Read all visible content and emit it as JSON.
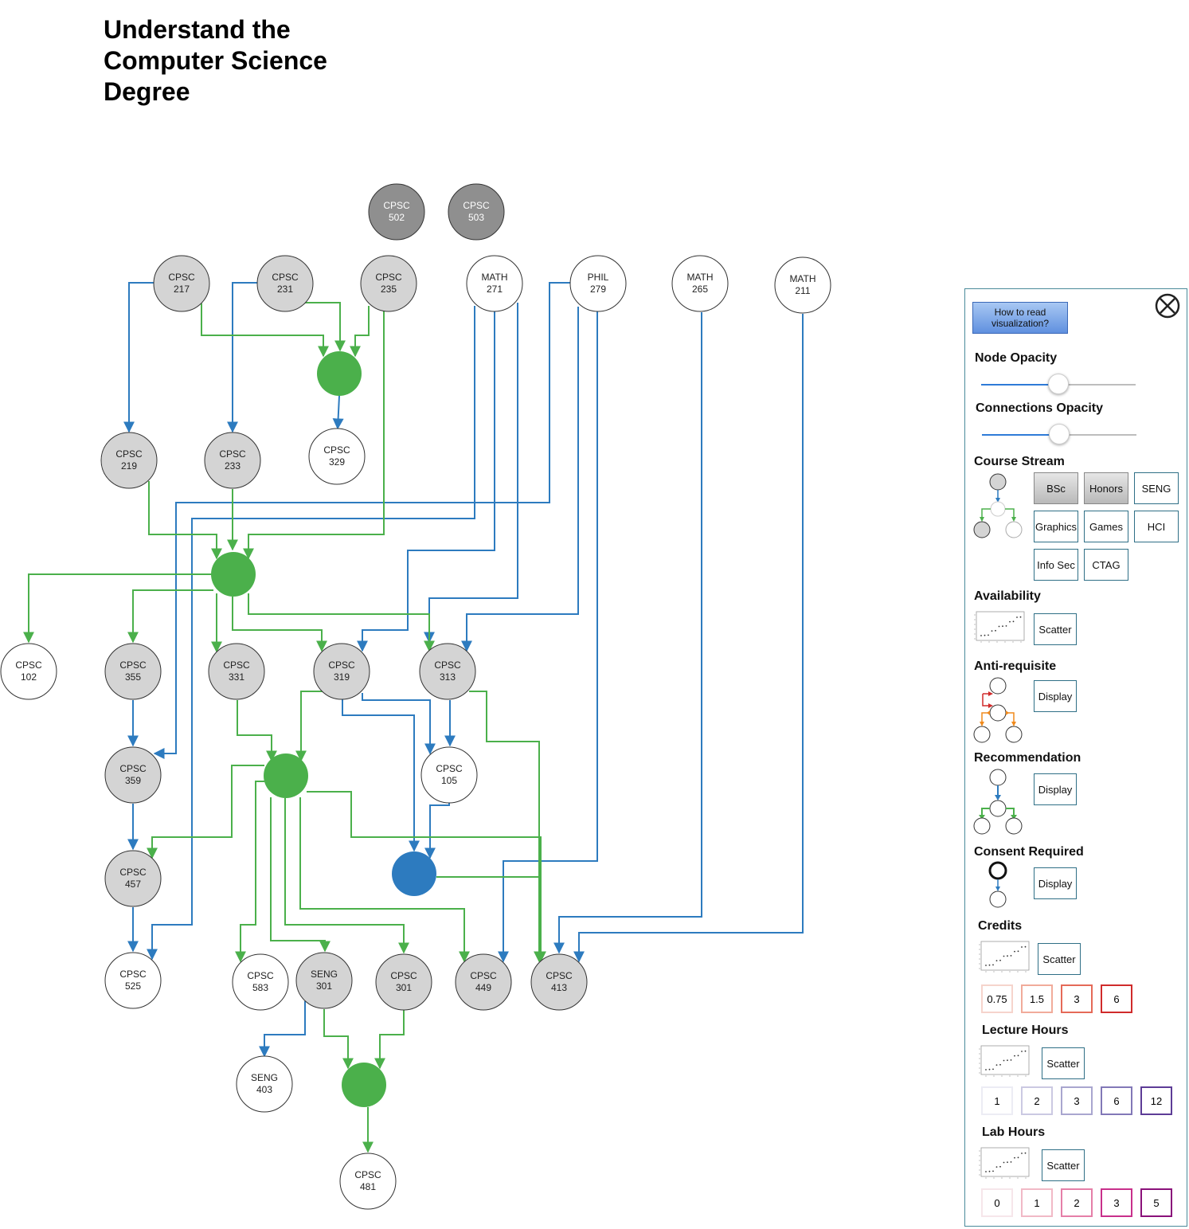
{
  "title": "Understand the\nComputer Science\nDegree",
  "colors": {
    "prereq_line": "#2d7bbf",
    "coreq_line": "#4bb04b",
    "hub_green": "#4bb04b",
    "hub_blue": "#2d7bbf",
    "bsc_fill": "#d4d4d4",
    "grad_fill": "#8f8f8f",
    "plain_fill": "#ffffff"
  },
  "nodes": [
    {
      "id": "cpsc502",
      "line1": "CPSC",
      "line2": "502",
      "fill": "grad"
    },
    {
      "id": "cpsc503",
      "line1": "CPSC",
      "line2": "503",
      "fill": "grad"
    },
    {
      "id": "cpsc217",
      "line1": "CPSC",
      "line2": "217",
      "fill": "bsc"
    },
    {
      "id": "cpsc231",
      "line1": "CPSC",
      "line2": "231",
      "fill": "bsc"
    },
    {
      "id": "cpsc235",
      "line1": "CPSC",
      "line2": "235",
      "fill": "bsc"
    },
    {
      "id": "math271",
      "line1": "MATH",
      "line2": "271",
      "fill": "plain"
    },
    {
      "id": "phil279",
      "line1": "PHIL",
      "line2": "279",
      "fill": "plain"
    },
    {
      "id": "math265",
      "line1": "MATH",
      "line2": "265",
      "fill": "plain"
    },
    {
      "id": "math211",
      "line1": "MATH",
      "line2": "211",
      "fill": "plain"
    },
    {
      "id": "cpsc219",
      "line1": "CPSC",
      "line2": "219",
      "fill": "bsc"
    },
    {
      "id": "cpsc233",
      "line1": "CPSC",
      "line2": "233",
      "fill": "bsc"
    },
    {
      "id": "cpsc329",
      "line1": "CPSC",
      "line2": "329",
      "fill": "plain"
    },
    {
      "id": "cpsc102",
      "line1": "CPSC",
      "line2": "102",
      "fill": "plain"
    },
    {
      "id": "cpsc355",
      "line1": "CPSC",
      "line2": "355",
      "fill": "bsc"
    },
    {
      "id": "cpsc331",
      "line1": "CPSC",
      "line2": "331",
      "fill": "bsc"
    },
    {
      "id": "cpsc319",
      "line1": "CPSC",
      "line2": "319",
      "fill": "bsc"
    },
    {
      "id": "cpsc313",
      "line1": "CPSC",
      "line2": "313",
      "fill": "bsc"
    },
    {
      "id": "cpsc359",
      "line1": "CPSC",
      "line2": "359",
      "fill": "bsc"
    },
    {
      "id": "cpsc105",
      "line1": "CPSC",
      "line2": "105",
      "fill": "plain"
    },
    {
      "id": "cpsc457",
      "line1": "CPSC",
      "line2": "457",
      "fill": "bsc"
    },
    {
      "id": "cpsc525",
      "line1": "CPSC",
      "line2": "525",
      "fill": "plain"
    },
    {
      "id": "cpsc583",
      "line1": "CPSC",
      "line2": "583",
      "fill": "plain"
    },
    {
      "id": "seng301",
      "line1": "SENG",
      "line2": "301",
      "fill": "bsc"
    },
    {
      "id": "cpsc301",
      "line1": "CPSC",
      "line2": "301",
      "fill": "bsc"
    },
    {
      "id": "cpsc449",
      "line1": "CPSC",
      "line2": "449",
      "fill": "bsc"
    },
    {
      "id": "cpsc413",
      "line1": "CPSC",
      "line2": "413",
      "fill": "bsc"
    },
    {
      "id": "seng403",
      "line1": "SENG",
      "line2": "403",
      "fill": "plain"
    },
    {
      "id": "cpsc481",
      "line1": "CPSC",
      "line2": "481",
      "fill": "plain"
    }
  ],
  "panel": {
    "how_to_read": "How to read\nvisualization?",
    "close_icon": "close-circle-x-icon",
    "node_opacity": {
      "label": "Node Opacity",
      "value": 0.5
    },
    "connections_opacity": {
      "label": "Connections Opacity",
      "value": 0.5
    },
    "course_stream": {
      "label": "Course Stream",
      "buttons": [
        {
          "label": "BSc",
          "active": true
        },
        {
          "label": "Honors",
          "active": true
        },
        {
          "label": "SENG",
          "active": false
        },
        {
          "label": "Graphics",
          "active": false
        },
        {
          "label": "Games",
          "active": false
        },
        {
          "label": "HCI",
          "active": false
        },
        {
          "label": "Info Sec",
          "active": false
        },
        {
          "label": "CTAG",
          "active": false
        }
      ]
    },
    "availability": {
      "label": "Availability",
      "button": "Scatter"
    },
    "anti_requisite": {
      "label": "Anti-requisite",
      "button": "Display"
    },
    "recommendation": {
      "label": "Recommendation",
      "button": "Display"
    },
    "consent_required": {
      "label": "Consent Required",
      "button": "Display"
    },
    "credits": {
      "label": "Credits",
      "button": "Scatter",
      "values": [
        {
          "label": "0.75",
          "color": "#f6d4cc"
        },
        {
          "label": "1.5",
          "color": "#f1ab9a"
        },
        {
          "label": "3",
          "color": "#e56a58"
        },
        {
          "label": "6",
          "color": "#d02b2b"
        }
      ]
    },
    "lecture_hours": {
      "label": "Lecture Hours",
      "button": "Scatter",
      "values": [
        {
          "label": "1",
          "color": "#ececf4"
        },
        {
          "label": "2",
          "color": "#cbc9e2"
        },
        {
          "label": "3",
          "color": "#a9a6cf"
        },
        {
          "label": "6",
          "color": "#8278b7"
        },
        {
          "label": "12",
          "color": "#5d3c96"
        }
      ]
    },
    "lab_hours": {
      "label": "Lab Hours",
      "button": "Scatter",
      "values": [
        {
          "label": "0",
          "color": "#f6e6ea"
        },
        {
          "label": "1",
          "color": "#f1b9c6"
        },
        {
          "label": "2",
          "color": "#e57fa8"
        },
        {
          "label": "3",
          "color": "#c8308b"
        },
        {
          "label": "5",
          "color": "#8a117a"
        }
      ]
    }
  }
}
